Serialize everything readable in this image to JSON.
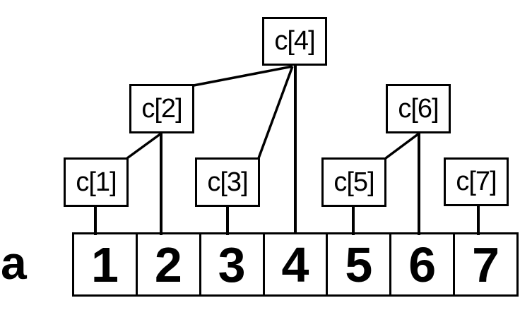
{
  "diagram": {
    "description": "Fenwick (binary indexed) tree over array a[1..7]",
    "array_label": "a",
    "nodes": [
      {
        "id": "c1",
        "label": "c[1]"
      },
      {
        "id": "c2",
        "label": "c[2]"
      },
      {
        "id": "c3",
        "label": "c[3]"
      },
      {
        "id": "c4",
        "label": "c[4]"
      },
      {
        "id": "c5",
        "label": "c[5]"
      },
      {
        "id": "c6",
        "label": "c[6]"
      },
      {
        "id": "c7",
        "label": "c[7]"
      }
    ],
    "array_cells": [
      "1",
      "2",
      "3",
      "4",
      "5",
      "6",
      "7"
    ],
    "edges": [
      {
        "from": "c4",
        "to": "c2",
        "kind": "tree"
      },
      {
        "from": "c4",
        "to": "c3",
        "kind": "tree"
      },
      {
        "from": "c2",
        "to": "c1",
        "kind": "tree"
      },
      {
        "from": "c6",
        "to": "c5",
        "kind": "tree"
      },
      {
        "from": "c1",
        "to": "a1",
        "kind": "array-link"
      },
      {
        "from": "c2",
        "to": "a2",
        "kind": "array-link"
      },
      {
        "from": "c3",
        "to": "a3",
        "kind": "array-link"
      },
      {
        "from": "c4",
        "to": "a4",
        "kind": "array-link"
      },
      {
        "from": "c5",
        "to": "a5",
        "kind": "array-link"
      },
      {
        "from": "c6",
        "to": "a6",
        "kind": "array-link"
      },
      {
        "from": "c7",
        "to": "a7",
        "kind": "array-link"
      }
    ],
    "colors": {
      "background": "#ffffff",
      "line": "#000000",
      "text": "#000000"
    }
  }
}
